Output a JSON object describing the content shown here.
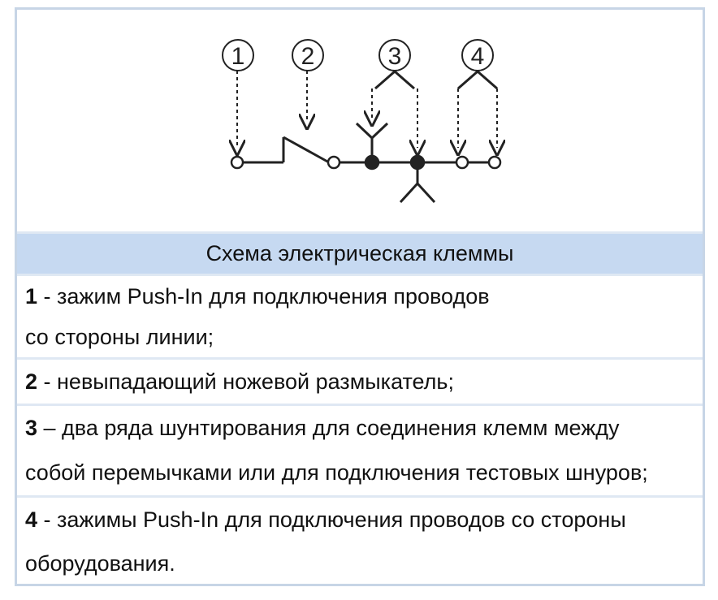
{
  "diagram": {
    "labels": [
      "1",
      "2",
      "3",
      "4"
    ]
  },
  "caption": "Схема электрическая клеммы",
  "items": [
    {
      "number": "1",
      "lines": [
        " - зажим Push-In для подключения проводов",
        "со стороны линии;"
      ]
    },
    {
      "number": "2",
      "lines": [
        " - невыпадающий ножевой размыкатель;"
      ]
    },
    {
      "number": "3",
      "lines": [
        " – два ряда шунтирования для соединения клемм между",
        "собой перемычками или для подключения тестовых шнуров;"
      ]
    },
    {
      "number": "4",
      "lines": [
        " - зажимы Push-In для подключения проводов со стороны",
        "оборудования."
      ]
    }
  ]
}
